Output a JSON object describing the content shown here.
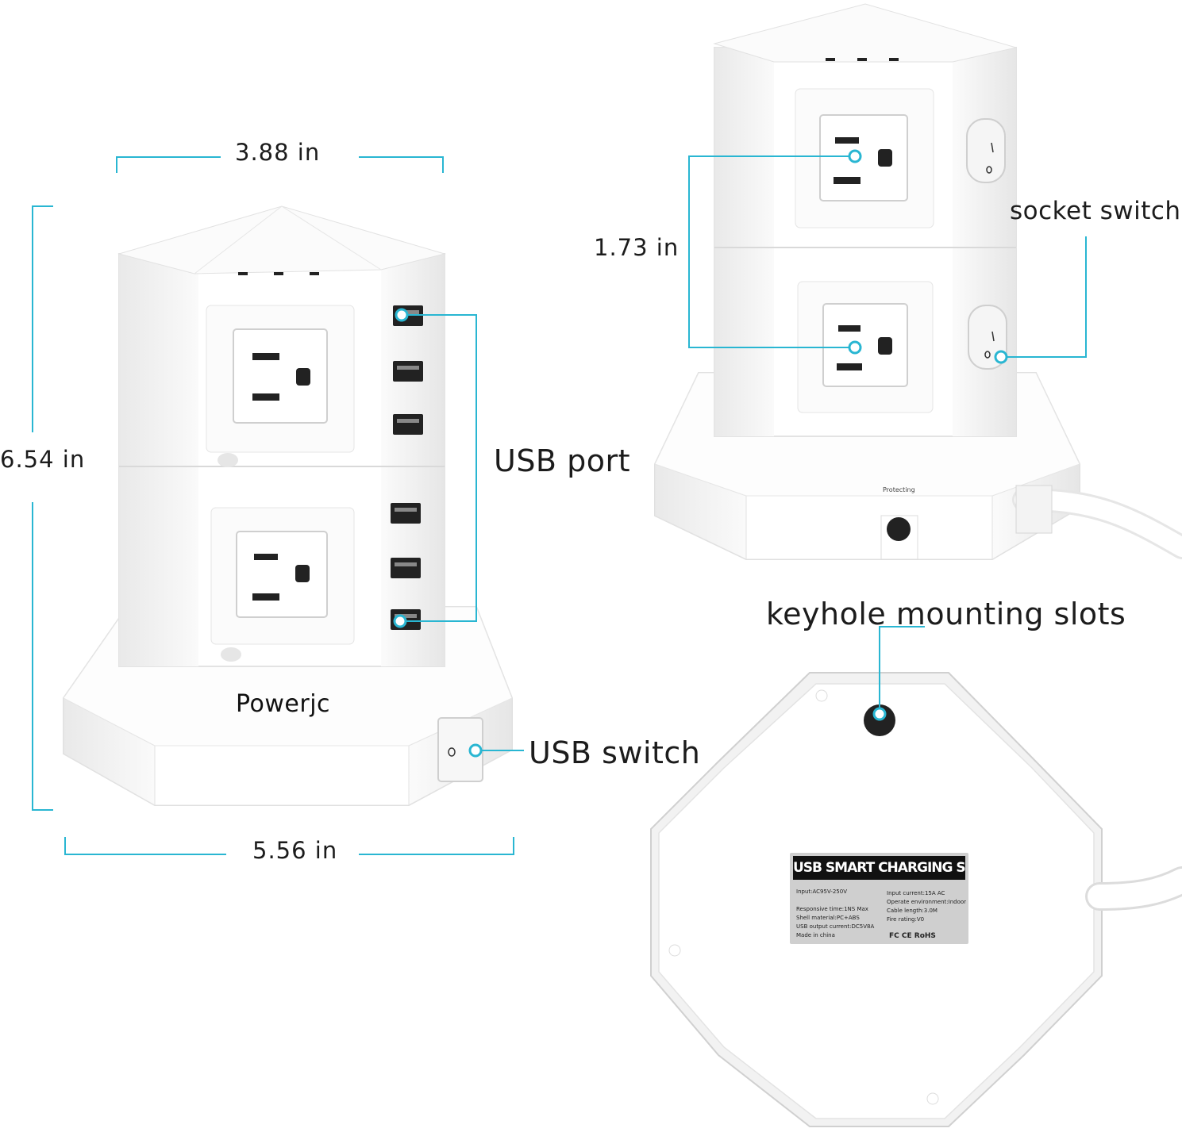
{
  "dimensions": {
    "width_top": "3.88 in",
    "height": "6.54 in",
    "width_base": "5.56 in",
    "socket_spacing": "1.73 in"
  },
  "callouts": {
    "usb_port": "USB port",
    "usb_switch": "USB switch",
    "socket_switch": "socket switch",
    "keyhole": "keyhole mounting slots"
  },
  "product": {
    "brand": "Powerjc",
    "indicator": "Protecting"
  },
  "bottom_label": {
    "title": "USB SMART CHARGING SOCKET",
    "left_specs": [
      "Input:AC95V-250V",
      "Responsive time:1NS Max",
      "Shell material:PC+ABS",
      "USB output current:DC5V8A",
      "Made in china"
    ],
    "right_specs": [
      "Input current:15A AC",
      "Operate environment:Indoor",
      "Cable length:3.0M",
      "Fire rating:V0"
    ],
    "certs": "FC  CE  RoHS"
  },
  "colors": {
    "accent": "#29b6d2",
    "body": "#ffffff",
    "shadow": "#e4e4e4",
    "outline": "#cfcfcf"
  }
}
